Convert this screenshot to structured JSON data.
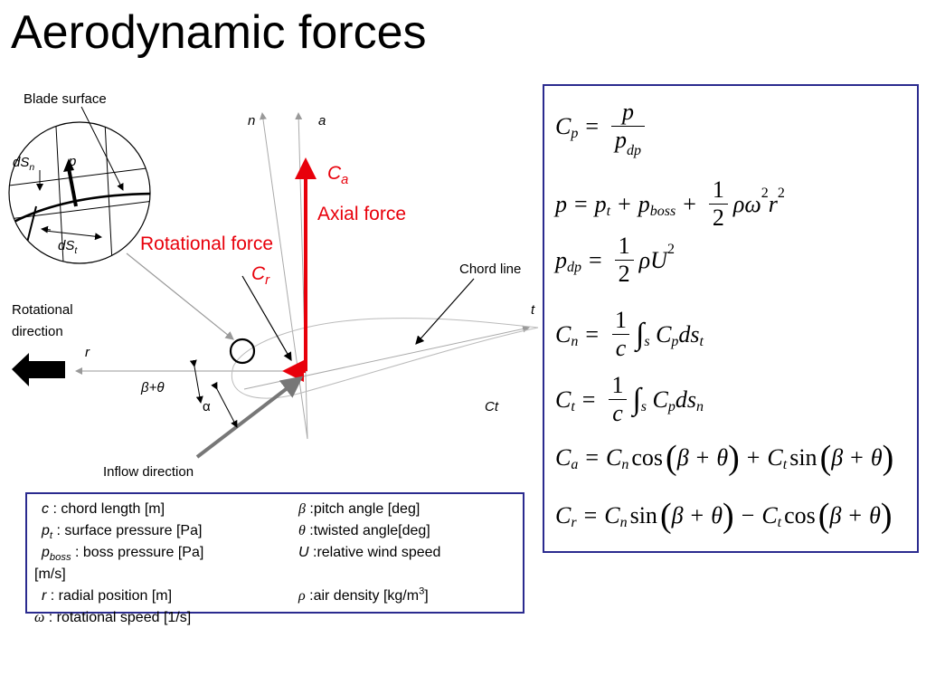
{
  "title": "Aerodynamic forces",
  "diagram": {
    "blade_surface": "Blade surface",
    "dsn": "dS",
    "dsn_sub": "n",
    "p": "p",
    "dst": "dS",
    "dst_sub": "t",
    "n_axis": "n",
    "a_axis": "a",
    "ca": "C",
    "ca_sub": "a",
    "axial_force": "Axial force",
    "rotational_force": "Rotational force",
    "cr": "C",
    "cr_sub": "r",
    "chord_line": "Chord line",
    "t_axis": "t",
    "rot_dir_line1": "Rotational",
    "rot_dir_line2": "direction",
    "r_axis": "r",
    "beta_theta": "β+θ",
    "alpha": "α",
    "ct": "Ct",
    "inflow": "Inflow direction"
  },
  "legend": {
    "c_sym": "c",
    "c_text": " : chord length [m]",
    "pt_sym": "p",
    "pt_sub": "t",
    "pt_text": " : surface pressure [Pa]",
    "pboss_sym": "p",
    "pboss_sub": "boss",
    "pboss_text": " : boss pressure [Pa]",
    "r_sym": "r",
    "r_text": " : radial position [m]",
    "omega_sym": "ω",
    "omega_text": " : rotational speed [1/s]",
    "beta_sym": "β",
    "beta_text": " :pitch angle [deg]",
    "theta_sym": "θ",
    "theta_text": " :twisted angle[deg]",
    "u_sym": "U",
    "u_text": " :relative wind speed",
    "u_unit": "[m/s]",
    "rho_sym": "ρ",
    "rho_text": " :air density [kg/m",
    "rho_exp": "3",
    "rho_close": "]"
  },
  "colors": {
    "force_red": "#e8000b",
    "box_border": "#2b2b8f"
  }
}
